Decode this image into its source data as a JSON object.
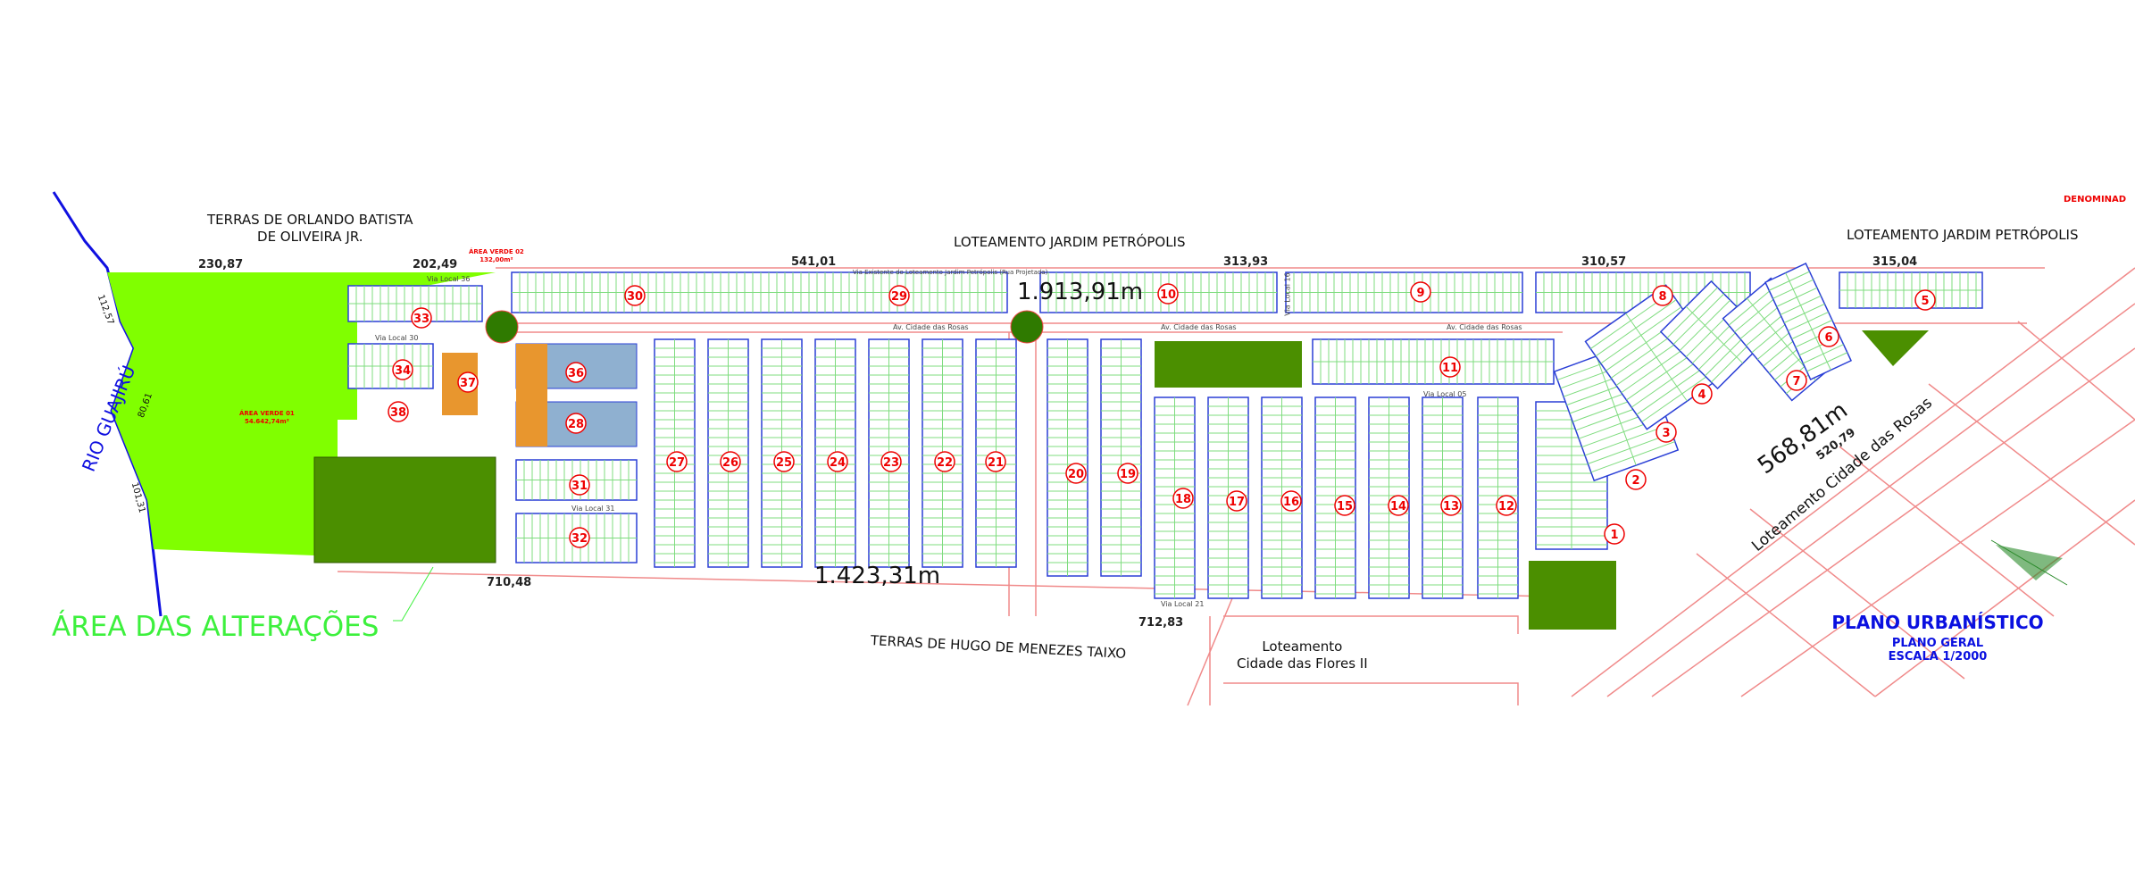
{
  "neighbors": {
    "north_west_line1": "TERRAS DE ORLANDO BATISTA",
    "north_west_line2": "DE OLIVEIRA JR.",
    "north_center": "LOTEAMENTO JARDIM PETRÓPOLIS",
    "north_east": "LOTEAMENTO JARDIM PETRÓPOLIS",
    "south": "TERRAS DE HUGO DE MENEZES TAIXO",
    "south_east_line1": "Loteamento",
    "south_east_line2": "Cidade das Flores II",
    "east": "Loteamento Cidade das Rosas",
    "river": "RIO GUAJIRÚ"
  },
  "dimensions": {
    "d1": "230,87",
    "d2": "202,49",
    "d3": "541,01",
    "d4": "313,93",
    "d5": "310,57",
    "d6": "315,04",
    "total_north": "1.913,91m",
    "total_south": "1.423,31m",
    "total_east": "568,81m",
    "d_east": "520,79",
    "d_sw": "710,48",
    "d_s": "712,83",
    "river1": "112,57",
    "river2": "80,61",
    "river3": "101,31"
  },
  "green_areas": {
    "av01_name": "ÁREA VERDE 01",
    "av01_area": "54.642,74m²",
    "av02_name": "ÁREA VERDE 02",
    "av02_area": "132,00m²"
  },
  "streets": {
    "avenue": "Av. Cidade das Rosas",
    "via36": "Via Local 36",
    "via30": "Via Local 30",
    "via05": "Via Local 05",
    "via31": "Via Local 31",
    "via21": "Via Local 21",
    "via16": "Via Local 16",
    "via_existente": "Via Existente do Loteamento Jardim Petrópolis (Rua Projetada)"
  },
  "annotation": "ÁREA DAS ALTERAÇÕES",
  "title_block": {
    "title": "PLANO URBANÍSTICO",
    "subtitle": "PLANO GERAL",
    "scale": "ESCALA 1/2000",
    "legend_fragment": "DENOMINAD"
  },
  "blocks": [
    "1",
    "2",
    "3",
    "4",
    "5",
    "6",
    "7",
    "8",
    "9",
    "10",
    "11",
    "12",
    "13",
    "14",
    "15",
    "16",
    "17",
    "18",
    "19",
    "20",
    "21",
    "22",
    "23",
    "24",
    "25",
    "26",
    "27",
    "28",
    "29",
    "30",
    "31",
    "32",
    "33",
    "34",
    "36",
    "37",
    "38"
  ],
  "colors": {
    "green_area": "#80ff00",
    "institutional": "#4b8f00",
    "block_outline": "#2a3fd6",
    "lots": "#7fdc7f",
    "road": "#f08080",
    "label_red": "#e00000",
    "title": "#0a10e0"
  }
}
